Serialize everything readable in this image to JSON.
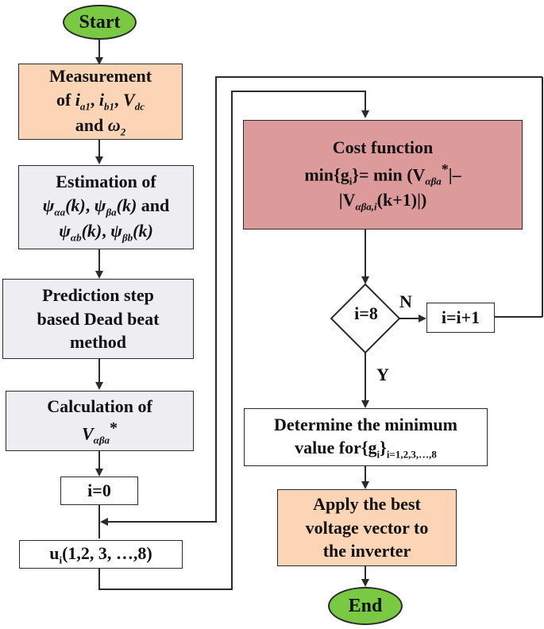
{
  "start": "Start",
  "end": "End",
  "step1": {
    "l1": "Measurement",
    "l2a": "of ",
    "ia": "i",
    "ia_sub": "a1",
    "comma1": ", ",
    "ib": "i",
    "ib_sub": "b1",
    "comma2": ", ",
    "v": "V",
    "v_sub": "dc",
    "l3a": "and ",
    "w": "ω",
    "w_sub": "2"
  },
  "step2": {
    "l1": "Estimation of",
    "psi": "ψ",
    "s1": "αa",
    "k": "(k)",
    "sep": ", ",
    "s2": "βa",
    "and": " and",
    "s3": "αb",
    "s4": "βb"
  },
  "step3": {
    "l1": "Prediction step",
    "l2": "based Dead beat",
    "l3": "method"
  },
  "step4": {
    "l1": "Calculation of",
    "v": "V",
    "v_sub": "αβa",
    "star": "*"
  },
  "step5": "i=0",
  "step6": {
    "u": "u",
    "u_sub": "i",
    "rest": "(1,2, 3, …,8)"
  },
  "cost": {
    "l1": "Cost function",
    "l2a": "min{g",
    "l2sub": "i",
    "l2b": "}= min (V",
    "l2sub2": "αβa",
    "l2sup": "*",
    "l2c": "|–",
    "l3a": "|V",
    "l3sub": "αβa,i",
    "l3b": "(k+1)|)"
  },
  "decision": "i=8",
  "no_label": "N",
  "yes_label": "Y",
  "increment": "i=i+1",
  "determine": {
    "l1": "Determine the minimum",
    "l2a": "value for{g",
    "l2sub": "i",
    "l2b": "}",
    "l2sub2": "i=1,2,3,…,8"
  },
  "apply": {
    "l1": "Apply the best",
    "l2": "voltage vector to",
    "l3": "the inverter"
  },
  "colors": {
    "oval": "#7ac943",
    "orange": "#fbd5b5",
    "grey": "#ededf2",
    "red": "#dc9a9a",
    "line": "#2b2b2b"
  }
}
